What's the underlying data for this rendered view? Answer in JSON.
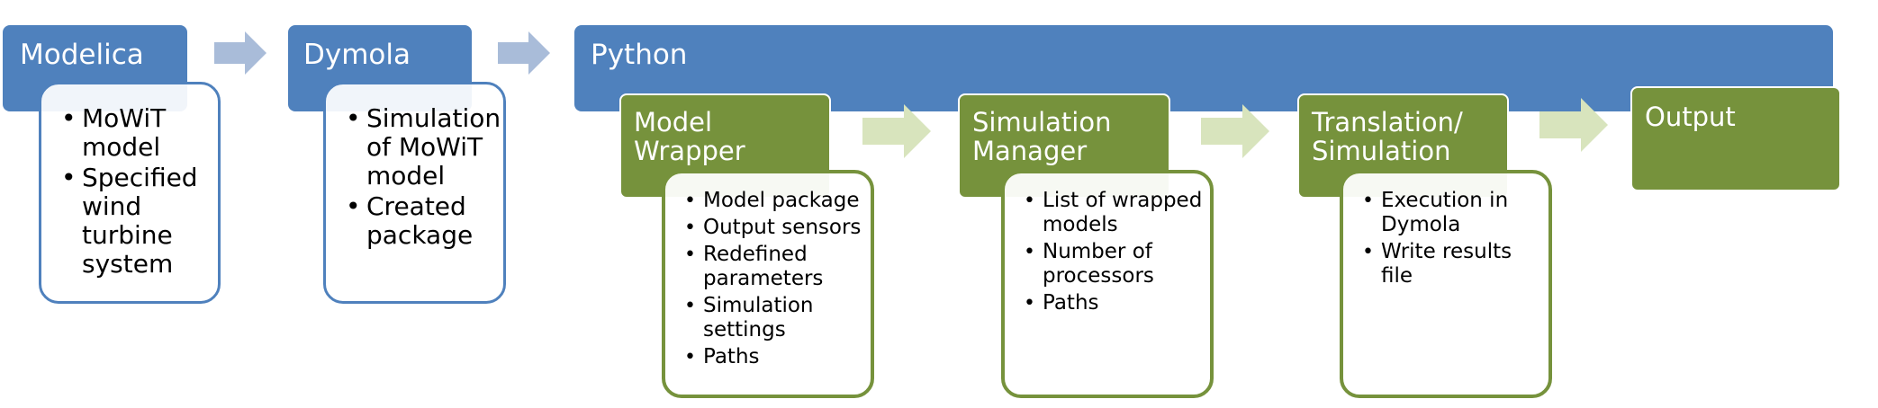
{
  "stages": {
    "modelica": {
      "title": "Modelica",
      "items": [
        "MoWiT model",
        "Specified wind turbine system"
      ]
    },
    "dymola": {
      "title": "Dymola",
      "items": [
        "Simulation of MoWiT model",
        "Created package"
      ]
    },
    "python": {
      "title": "Python"
    }
  },
  "substages": {
    "model_wrapper": {
      "title": "Model Wrapper",
      "items": [
        "Model package",
        "Output sensors",
        "Redefined parameters",
        "Simulation settings",
        "Paths"
      ]
    },
    "simulation_manager": {
      "title": "Simulation Manager",
      "items": [
        "List of wrapped models",
        "Number of processors",
        "Paths"
      ]
    },
    "translation_simulation": {
      "title": "Translation/ Simulation",
      "items": [
        "Execution in Dymola",
        "Write results file"
      ]
    },
    "output": {
      "title": "Output"
    }
  },
  "colors": {
    "blue": "#4f81bd",
    "green": "#76923c",
    "arrow_blue": "#a9bcd9",
    "arrow_green": "#d8e4bd"
  }
}
